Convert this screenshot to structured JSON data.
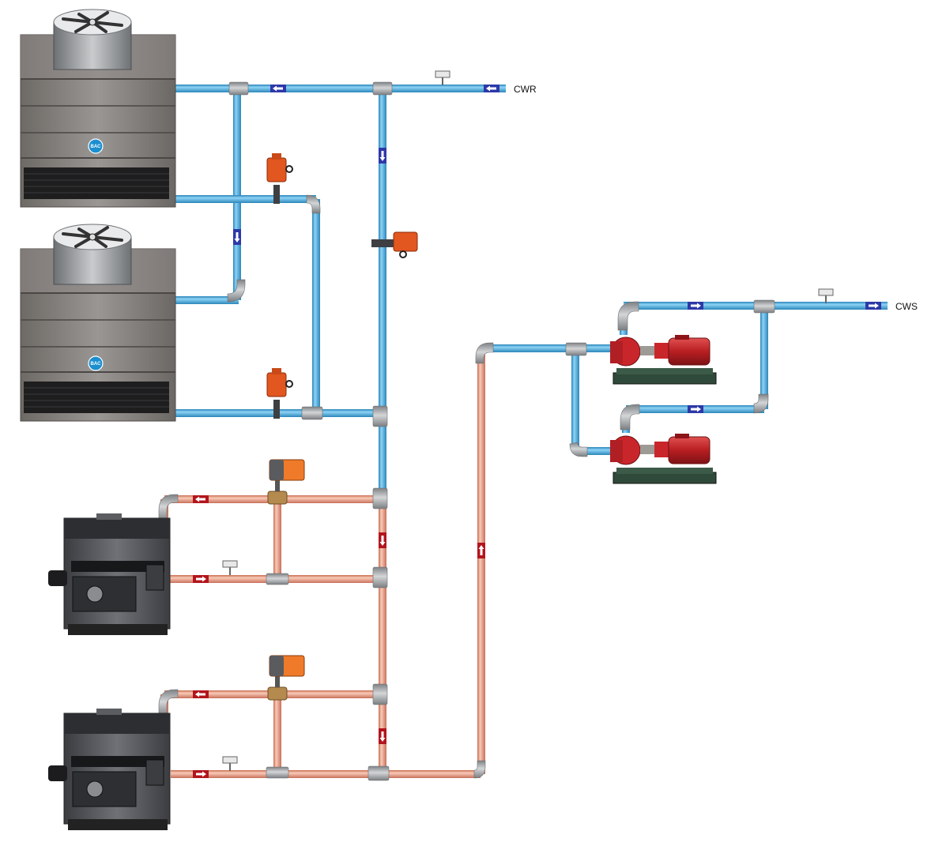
{
  "labels": {
    "cwr": "CWR",
    "cws": "CWS"
  },
  "tower_logo": "BAC",
  "colors": {
    "chilled_pipe": "#55b5e6",
    "chilled_edge": "#2a85b9",
    "warm_pipe": "#efa58b",
    "warm_edge": "#c96e52",
    "fitting": "#a5a8ab",
    "tower_body": "#7d7a77",
    "boiler_body": "#4d4f53",
    "pump_red": "#c9262b",
    "valve_orange": "#e2561f"
  }
}
